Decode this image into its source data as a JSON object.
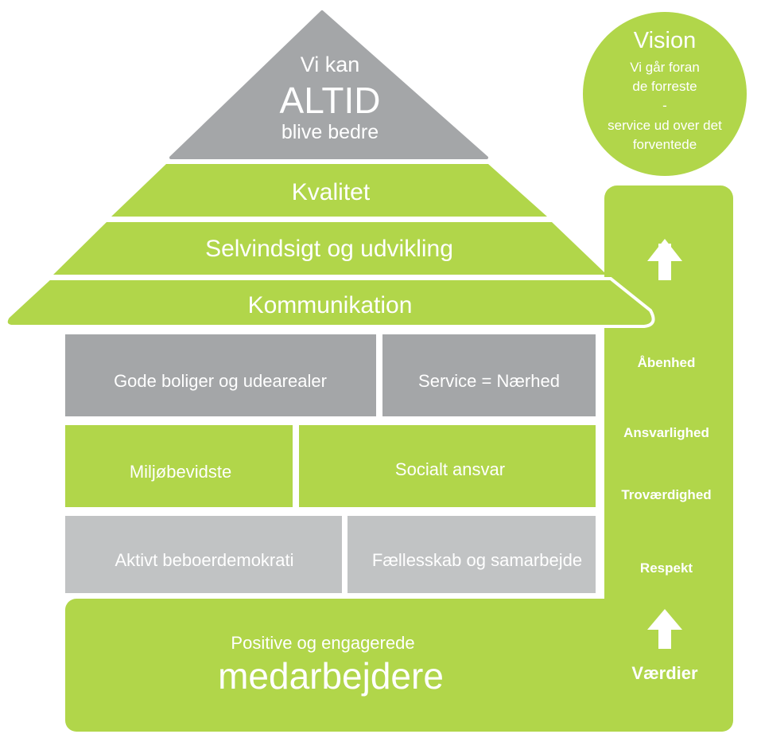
{
  "colors": {
    "green": "#b1d64a",
    "dark_grey": "#a4a6a8",
    "light_grey": "#c1c3c4",
    "text": "#ffffff"
  },
  "roof": {
    "top": {
      "line1": "Vi kan",
      "line2": "ALTID",
      "line3": "blive bedre"
    },
    "bands": [
      "Kvalitet",
      "Selvindsigt og udvikling",
      "Kommunikation"
    ]
  },
  "house": {
    "row1": [
      "Gode boliger og udearealer",
      "Service = Nærhed"
    ],
    "row2": [
      "Miljøbevidste",
      "Socialt ansvar"
    ],
    "row3": [
      "Aktivt beboerdemokrati",
      "Fællesskab og samarbejde"
    ],
    "foundation": {
      "line1": "Positive og engagerede",
      "line2": "medarbejdere"
    }
  },
  "values_column": {
    "items": [
      "Åbenhed",
      "Ansvarlighed",
      "Troværdighed",
      "Respekt"
    ],
    "label": "Værdier",
    "icons": [
      "arrow-up-icon",
      "arrow-up-icon"
    ]
  },
  "vision": {
    "title": "Vision",
    "lines": [
      "Vi går foran",
      "de forreste",
      "-",
      "service ud over det",
      "forventede"
    ]
  }
}
